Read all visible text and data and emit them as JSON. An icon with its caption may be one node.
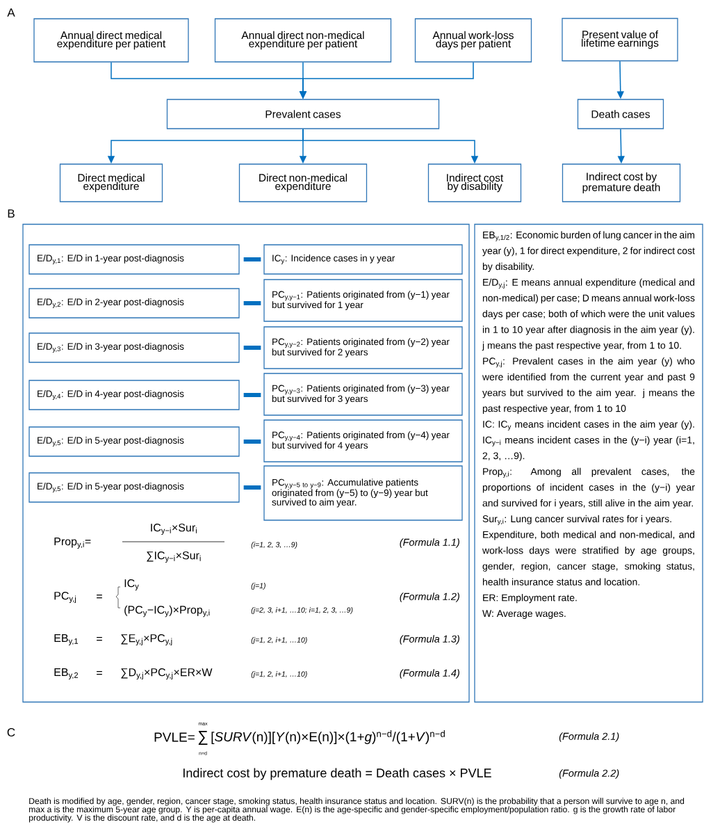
{
  "diagram": {
    "nodes": [
      {
        "text": [
          "Annual direct medical expenditure per patient"
        ]
      },
      {
        "text": [
          "Annual direct non-medical expenditure per patient"
        ]
      },
      {
        "text": [
          "Annual work-loss days per patient"
        ]
      },
      {
        "text": [
          "Present value of lifetime earnings"
        ]
      },
      {
        "text": [
          "Prevalent cases"
        ]
      },
      {
        "text": [
          "Death cases"
        ]
      },
      {
        "text": [
          "Direct medical expenditure"
        ]
      },
      {
        "text": [
          "Direct non-medical expenditure"
        ]
      },
      {
        "text": [
          "Indirect cost by disability"
        ]
      },
      {
        "text": [
          "Indirect cost by premature death"
        ]
      },
      {
        "text": [],
        "shape": "box"
      },
      {
        "text": [
          "E/D$_{y,1}$: E/D in 1-year post-diagnosis"
        ],
        "in": 10
      },
      {
        "text": [
          "IC$_{y}$: Incidence cases in y year"
        ],
        "in": 10
      },
      {
        "text": [
          "E/D$_{y,2}$: E/D in 2-year post-diagnosis"
        ],
        "in": 10
      },
      {
        "text": [
          "PC$_{y,y−1}$: Patients originated from (y−1) year but survived for 1 year"
        ],
        "in": 10
      },
      {
        "text": [
          "E/D$_{y,3}$: E/D in 3-year post-diagnosis"
        ],
        "in": 10
      },
      {
        "text": [
          "PC$_{y,y−2}$: Patients originated from (y−2) year but survived for 2 years"
        ],
        "in": 10
      },
      {
        "text": [
          "E/D$_{y,4}$: E/D in 4-year post-diagnosis"
        ],
        "in": 10
      },
      {
        "text": [
          "PC$_{y,y−3}$: Patients originated from (y−3) year but survived for 3 years"
        ],
        "in": 10
      },
      {
        "text": [
          "E/D$_{y,5}$: E/D in 5-year post-diagnosis"
        ],
        "in": 10
      },
      {
        "text": [
          "PC$_{y,y−4}$: Patients originated from (y−4) year but survived for 4 years"
        ],
        "in": 10
      },
      {
        "text": [
          "E/D$_{y,5}$: E/D in 5-year post-diagnosis"
        ],
        "in": 10
      },
      {
        "text": [
          "\\text{PC}_{\\text{y,y−5 to y−9}}",
          ": Accumulative patients originated from (y−5) to (y−9) year but survived to aim year."
        ],
        "in": 10
      },
      {
        "text": [
          "EB$_{y,1/2}$: Economic burden of lung cancer in the aim year (y), 1 for direct expenditure, 2 for indirect cost by disability.",
          "E/D$_{y,j}$: E means annual expenditure (medical and non-medical) per case; D means annual work-loss days per case; both of which were the unit values in 1 to 10 year after diagnosis in the aim year (y). j means the past respective year, from 1 to 10.",
          "PC$_{y,j}$: Prevalent cases in the aim year (y) who were identified from the current year and past 9 years but survived to the aim year. j means the past respective year, from 1 to 10",
          "IC: IC$_{y}$ means incident cases in the aim year (y). IC$_{y−i}$ means incident cases in the (y−i) year (i=1, 2, 3, …9).",
          "Prop$_{y,i}$: Among all prevalent cases, the proportions of incident cases in the (y−i) year and survived for i years, still alive in the aim year.",
          "Sur$_{y,i}$: Lung cancer survival rates for i years.",
          "Expenditure, both medical and non-medical, and work-loss days were stratified by age groups, gender, region, cancer stage, smoking status, health insurance status and location.",
          "ER: Employment rate.",
          "W: Average wages."
        ]
      }
    ],
    "edges": [
      {
        "from": 0,
        "to": 4,
        "arrow": "to"
      },
      {
        "from": 1,
        "to": 4,
        "arrow": "to"
      },
      {
        "from": 2,
        "to": 4,
        "arrow": "to"
      },
      {
        "from": 3,
        "to": 5,
        "arrow": "to"
      },
      {
        "from": 4,
        "to": 6,
        "arrow": "to"
      },
      {
        "from": 4,
        "to": 7,
        "arrow": "to"
      },
      {
        "from": 4,
        "to": 8,
        "arrow": "to"
      },
      {
        "from": 5,
        "to": 9,
        "arrow": "to"
      },
      {
        "from": 11,
        "to": 12,
        "arrow": "none",
        "style": "thick"
      },
      {
        "from": 13,
        "to": 14,
        "arrow": "none",
        "style": "thick"
      },
      {
        "from": 15,
        "to": 16,
        "arrow": "none",
        "style": "thick"
      },
      {
        "from": 17,
        "to": 18,
        "arrow": "none",
        "style": "thick"
      },
      {
        "from": 19,
        "to": 20,
        "arrow": "none",
        "style": "thick"
      },
      {
        "from": 21,
        "to": 22,
        "arrow": "none",
        "style": "thick"
      }
    ],
    "labels": [
      "A",
      "B",
      "Prop$_{y,i}$=",
      "IC$_{y−i}$×Sur$_{i}$",
      "∑IC$_{y−i}$×Sur$_{i}$",
      "(i=1, 2, 3, …9)",
      "(Formula 1.1)",
      "PC$_{y,j}$",
      "=",
      "IC$_{y}$",
      "(PC$_{y}$−IC$_{y}$)×Prop$_{y,i}$",
      "(j=1)",
      "(j=2, 3, i+1, …10; i=1, 2, 3, …9)",
      "(Formula 1.2)",
      "EB$_{y,1}$",
      "=",
      "∑E$_{y,j}$×PC$_{y,j}$",
      "(j=1, 2, i+1, …10)",
      "(Formula 1.3)",
      "EB$_{y,2}$",
      "=",
      "∑D$_{y,j}$×PC$_{y,j}$×ER×W",
      "(j=1, 2, i+1, …10)",
      "(Formula 1.4)",
      "C",
      "PVLE=",
      "max",
      "∑",
      "n=d",
      "[*SURV*(n)][*Y*(n)×E(n)]×(1+*g*)$^{n−d}$/(1+*V*)$^{n−d}$",
      "(Formula 2.1)",
      "Indirect cost by premature death = Death cases × PVLE",
      "(Formula 2.2)",
      "Death is modified by age, gender, region, cancer stage, smoking status, health insurance status and location. SURV(n) is the probability that a person will survive to age n, and max a is the maximum 5-year age group. Y is per-capita annual wage. E(n) is the age-specific and gender-specific employment/population ratio. g is the growth rate of labor productivity. V is the discount rate, and d is the age at death."
    ]
  }
}
